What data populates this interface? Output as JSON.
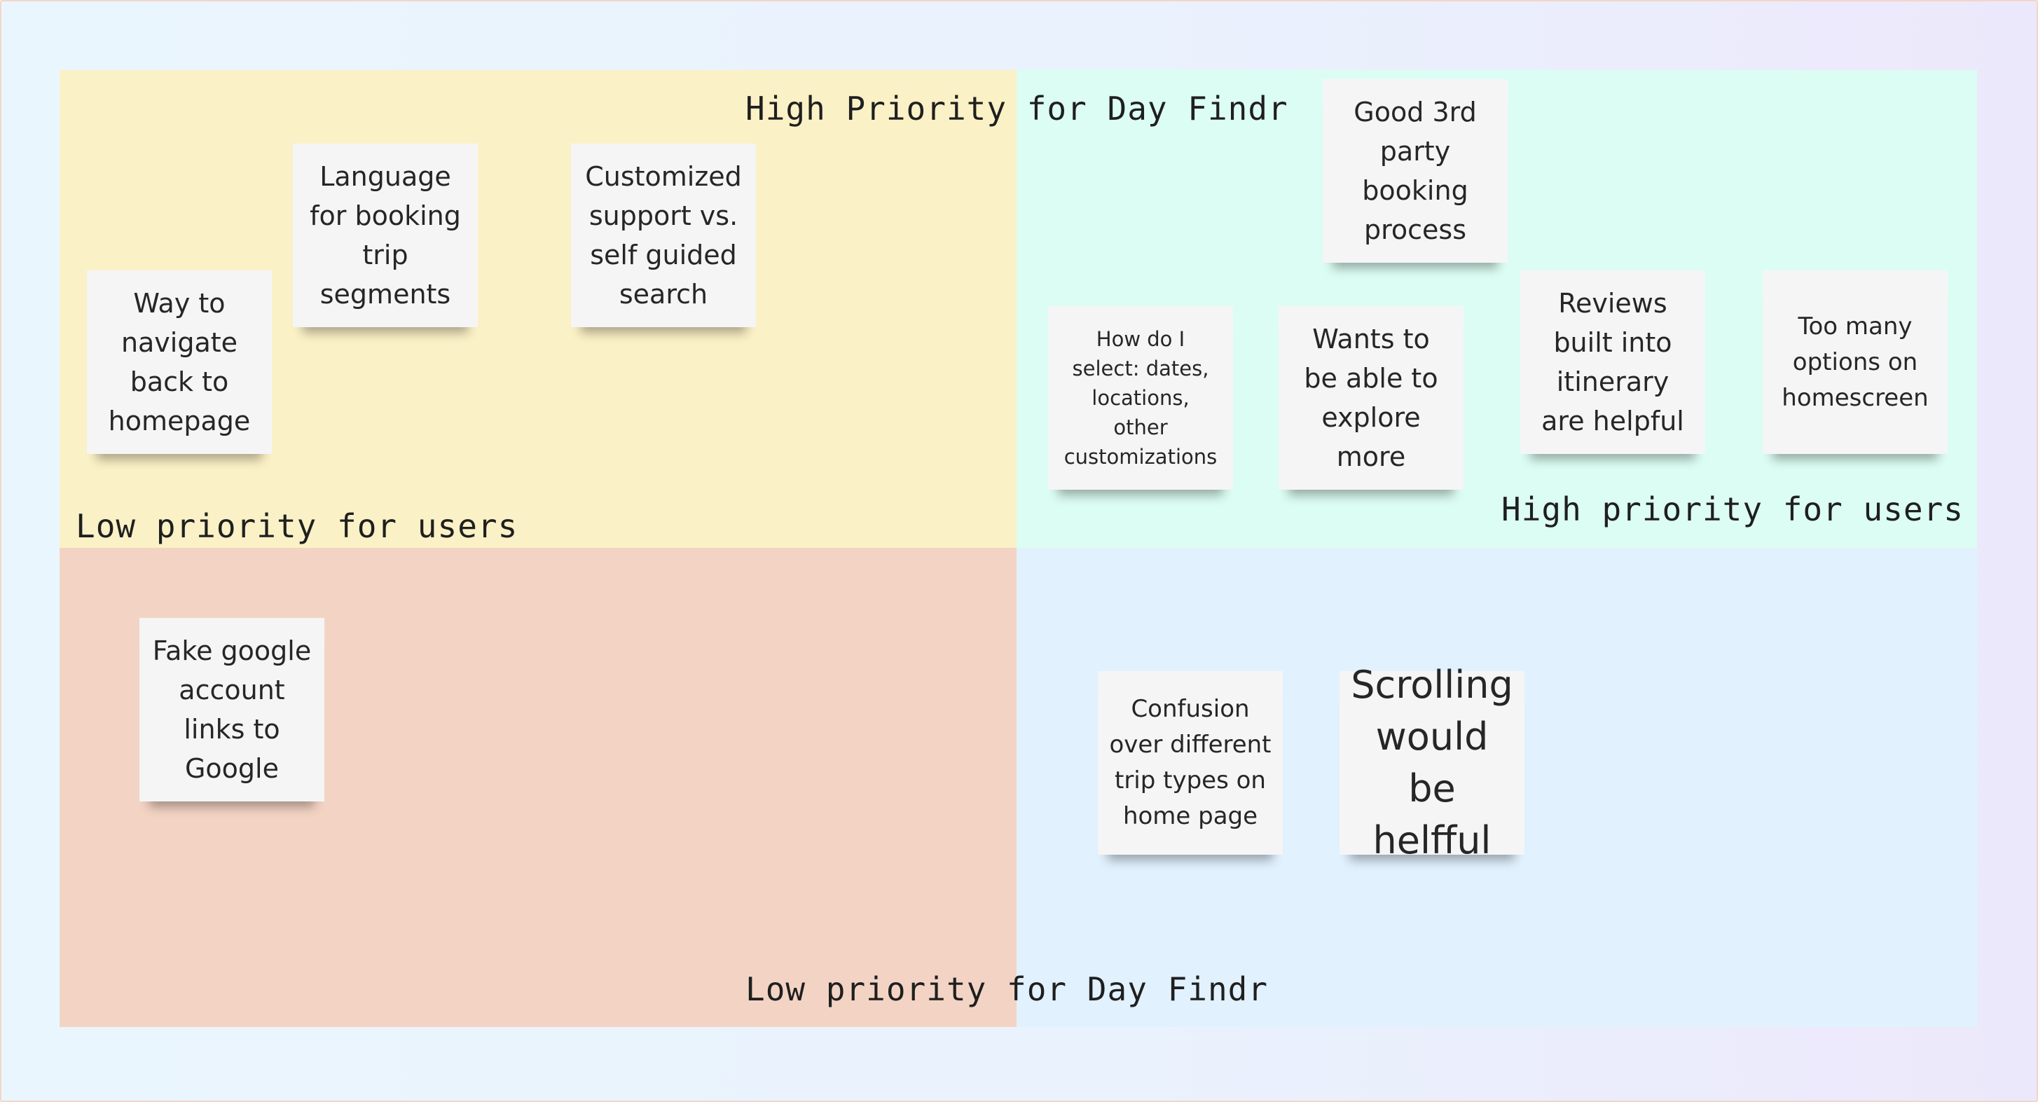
{
  "board": {
    "labels": {
      "top": "High Priority for Day Findr",
      "bottom": "Low priority for Day Findr",
      "left": "Low priority for users",
      "right": "High priority for users"
    },
    "colors": {
      "top_left": "#fbf1c6",
      "top_right": "#dcfdf3",
      "bottom_left": "#f3d4c4",
      "bottom_right": "#e1f1fe",
      "note": "#f5f5f6"
    },
    "notes": [
      {
        "id": "way-to-navigate",
        "text": "Way to\nnavigate\nback to\nhomepage"
      },
      {
        "id": "language-booking",
        "text": "Language\nfor booking\ntrip\nsegments"
      },
      {
        "id": "customized-support",
        "text": "Customized\nsupport vs.\nself guided\nsearch"
      },
      {
        "id": "good-3rd-party",
        "text": "Good 3rd\nparty\nbooking\nprocess"
      },
      {
        "id": "how-do-i-select",
        "text": "How do I\nselect: dates,\nlocations,\nother\ncustomizations"
      },
      {
        "id": "wants-to-explore",
        "text": "Wants to\nbe able to\nexplore\nmore"
      },
      {
        "id": "reviews-itinerary",
        "text": "Reviews\nbuilt into\nitinerary\nare helpful"
      },
      {
        "id": "too-many-options",
        "text": "Too many\noptions on\nhomescreen"
      },
      {
        "id": "fake-google",
        "text": "Fake google\naccount\nlinks to\nGoogle"
      },
      {
        "id": "confusion-trip-types",
        "text": "Confusion\nover different\ntrip types on\nhome page"
      },
      {
        "id": "scrolling-helpful",
        "text": "Scrolling\nwould\nbe helfful"
      }
    ]
  }
}
